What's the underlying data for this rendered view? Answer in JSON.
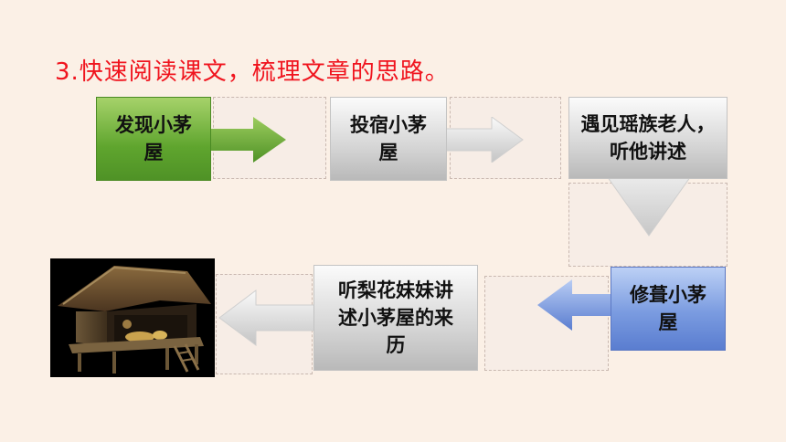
{
  "heading": "3.快速阅读课文，梳理文章的思路。",
  "steps": [
    {
      "line1": "发现小茅",
      "line2": "屋",
      "line3": ""
    },
    {
      "line1": "投宿小茅",
      "line2": "屋",
      "line3": ""
    },
    {
      "line1": "遇见瑶族老人，",
      "line2": "听他讲述",
      "line3": ""
    },
    {
      "line1": "修葺小茅",
      "line2": "屋",
      "line3": ""
    },
    {
      "line1": "听梨花妹妹讲",
      "line2": "述小茅屋的来",
      "line3": "历"
    }
  ],
  "image": {
    "description_icon": "hut-image"
  },
  "colors": {
    "heading": "#f0141e",
    "green": "#5fa52e",
    "blue": "#7a9be0",
    "grey": "#d5d5d5"
  }
}
